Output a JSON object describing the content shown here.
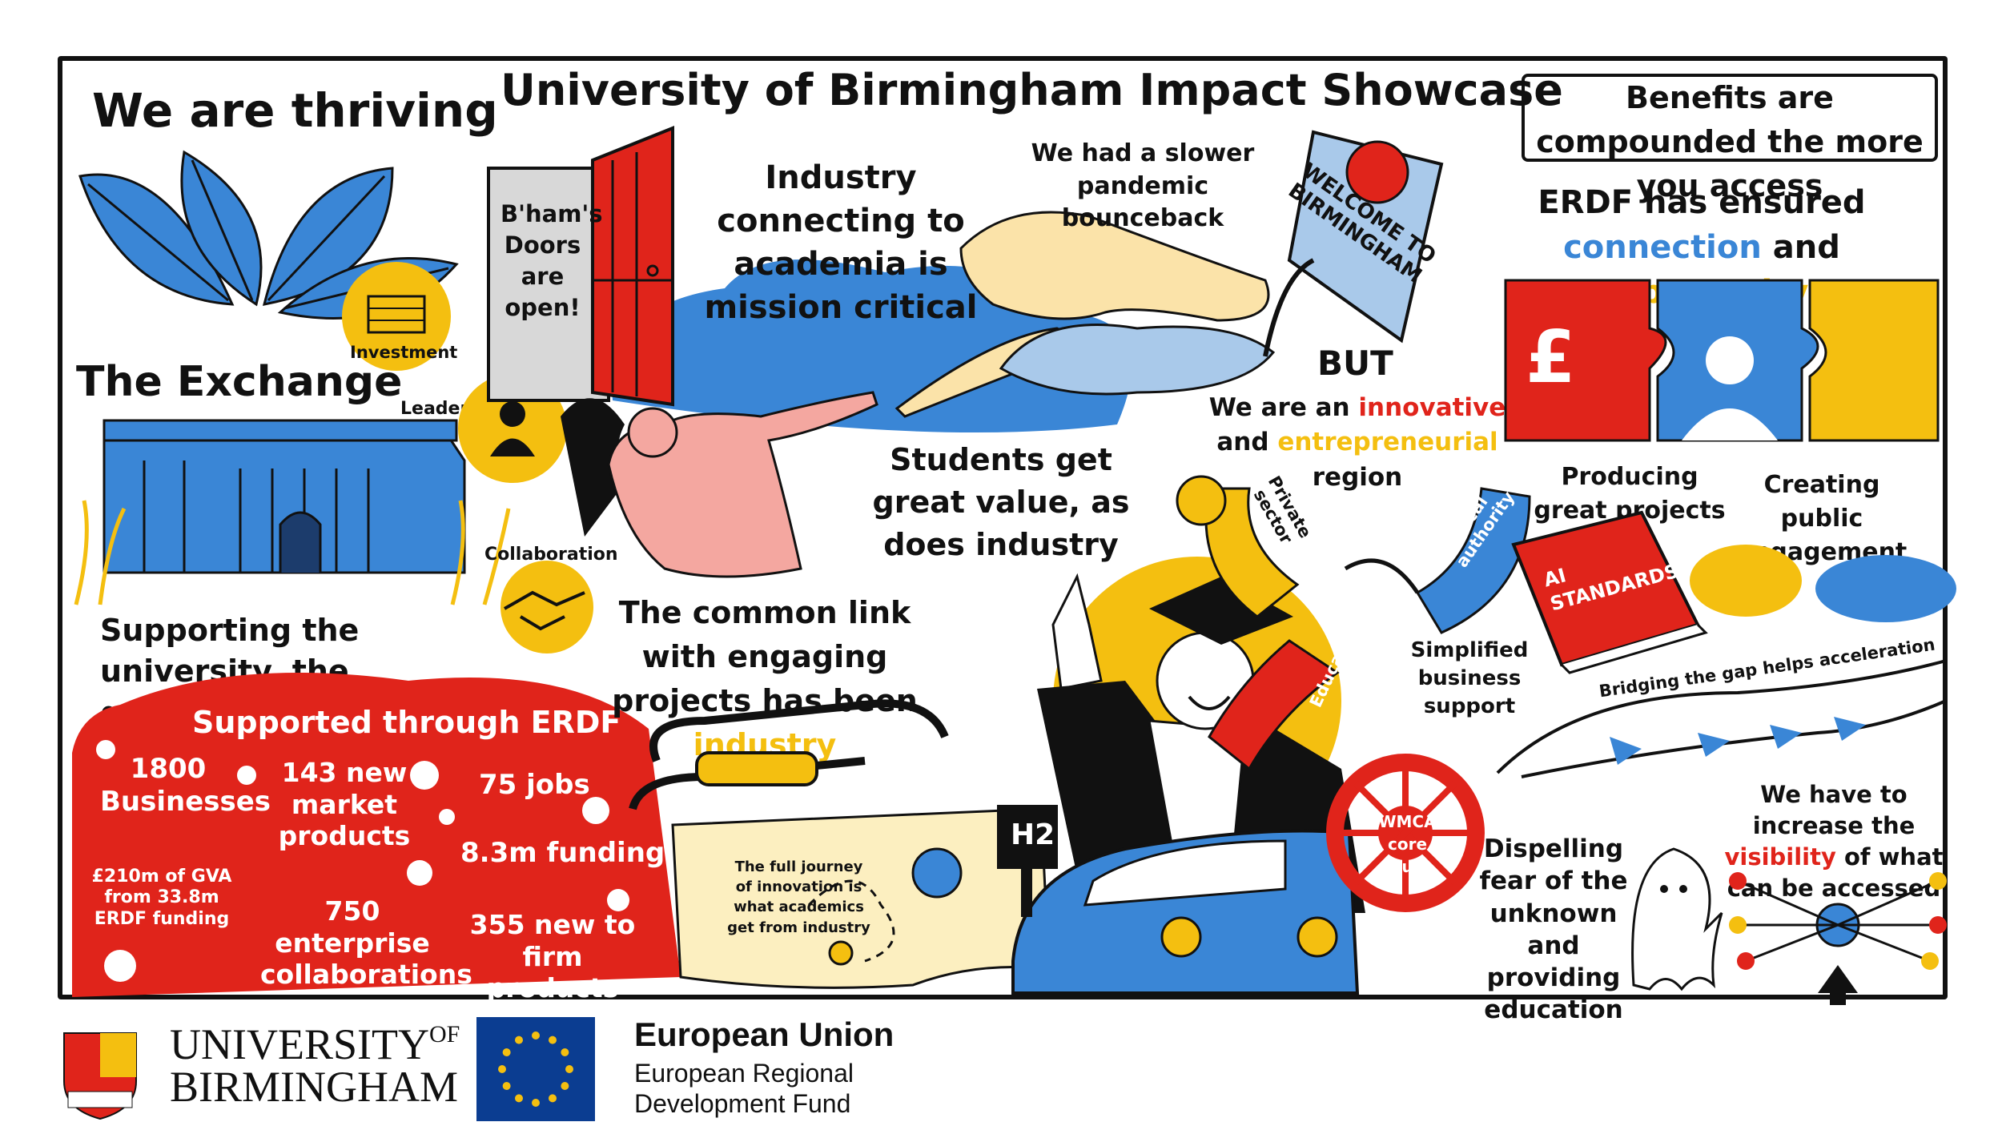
{
  "title": "University of Birmingham Impact Showcase",
  "thriving": "We are thriving",
  "investment": "Investment",
  "exchange": "The Exchange",
  "leadership": "Leadership",
  "collaboration": "Collaboration",
  "supporting": "Supporting the university, the graduates and the city",
  "doors": "B'ham's Doors are open!",
  "industry_connecting": "Industry connecting to academia is mission critical",
  "students": "Students get great value, as does industry",
  "common_link": {
    "prefix": "The common link with engaging projects has been",
    "highlight": "industry"
  },
  "slower": "We had a slower pandemic bounceback",
  "sign": "WELCOME TO BIRMINGHAM",
  "but": "BUT",
  "innovative": {
    "p1": "We are an",
    "w1": "innovative",
    "p2": "and",
    "w2": "entrepreneurial",
    "p3": "region"
  },
  "ring": {
    "private": "Private sector",
    "local": "Local authority",
    "education": "Education"
  },
  "benefits": "Benefits are compounded the more you access",
  "erdf": {
    "p1": "ERDF has ensured",
    "w1": "connection",
    "p2": "and",
    "w2": "opportunity"
  },
  "producing": "Producing great projects",
  "public": "Creating public engagement",
  "book": "AI STANDARDS",
  "simplified": "Simplified business support",
  "bridging": "Bridging the gap helps acceleration",
  "hub": "WMCA core hub",
  "h2": "H2",
  "dispelling": "Dispelling fear of the unknown and providing education",
  "visibility": {
    "p1": "We have to increase the",
    "w1": "visibility",
    "p2": "of what can be accessed"
  },
  "journey": "The full journey of innovation is what academics get from industry",
  "supported": {
    "heading": "Supported through ERDF",
    "businesses": "1800 Businesses",
    "products": "143 new market products",
    "jobs": "75 jobs",
    "funding": "8.3m funding",
    "gva": "£210m of GVA from 33.8m ERDF funding",
    "enterprise": "750 enterprise collaborations",
    "firm": "355 new to firm products"
  },
  "footer": {
    "uni_line1": "UNIVERSITY",
    "uni_of": "OF",
    "uni_line2": "BIRMINGHAM",
    "eu": "European Union",
    "erdf1": "European Regional",
    "erdf2": "Development Fund"
  },
  "colors": {
    "red": "#e0241b",
    "blue": "#3a86d6",
    "yellow": "#f4bf10",
    "navy": "#0b3d91"
  }
}
